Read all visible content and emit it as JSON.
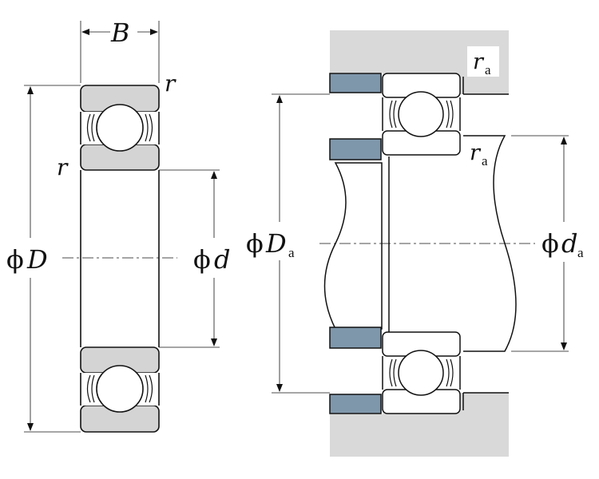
{
  "labels": {
    "width_B": "B",
    "chamfer_r_top": "r",
    "chamfer_r_left": "r",
    "outer_dia_symbol": "ϕ",
    "outer_dia_letter": "D",
    "bore_dia_symbol": "ϕ",
    "bore_dia_letter": "d",
    "housing_fillet_letter": "r",
    "housing_fillet_sub": "a",
    "shaft_fillet_letter": "r",
    "shaft_fillet_sub": "a",
    "housing_shoulder_symbol": "ϕ",
    "housing_shoulder_letter": "D",
    "housing_shoulder_sub": "a",
    "shaft_shoulder_symbol": "ϕ",
    "shaft_shoulder_letter": "d",
    "shaft_shoulder_sub": "a"
  },
  "colors": {
    "line": "#111111",
    "ring_fill": "#d4d4d4",
    "housing_fill": "#d9d9d9",
    "spacer_fill": "#7f97ab",
    "background": "#ffffff"
  }
}
